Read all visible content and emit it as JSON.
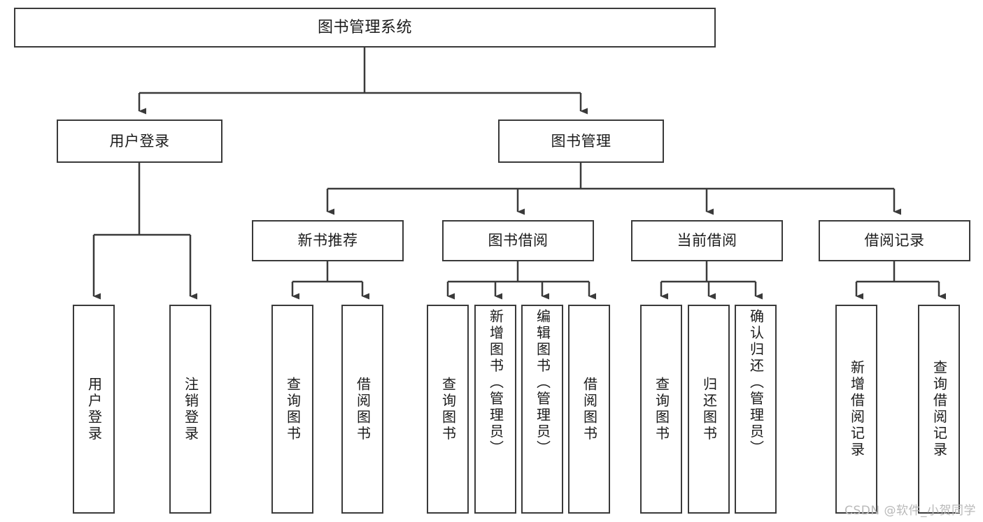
{
  "diagram": {
    "title": "图书管理系统",
    "type": "tree-hierarchy",
    "root": {
      "label": "图书管理系统"
    },
    "level1": [
      {
        "id": "user-login",
        "label": "用户登录"
      },
      {
        "id": "book-management",
        "label": "图书管理"
      }
    ],
    "level2": [
      {
        "id": "new-book-recommend",
        "label": "新书推荐",
        "parent": "book-management"
      },
      {
        "id": "book-borrow",
        "label": "图书借阅",
        "parent": "book-management"
      },
      {
        "id": "current-borrow",
        "label": "当前借阅",
        "parent": "book-management"
      },
      {
        "id": "borrow-record",
        "label": "借阅记录",
        "parent": "book-management"
      }
    ],
    "leaves": {
      "user_login": [
        {
          "id": "leaf-user-login",
          "label": "用户登录"
        },
        {
          "id": "leaf-user-logout",
          "label": "注销登录"
        }
      ],
      "new_book_recommend": [
        {
          "id": "leaf-query-book-1",
          "label": "查询图书"
        },
        {
          "id": "leaf-borrow-book-1",
          "label": "借阅图书"
        }
      ],
      "book_borrow": [
        {
          "id": "leaf-query-book-2",
          "label": "查询图书"
        },
        {
          "id": "leaf-add-book",
          "label": "新增图书（管理员）"
        },
        {
          "id": "leaf-edit-book",
          "label": "编辑图书（管理员）"
        },
        {
          "id": "leaf-borrow-book-2",
          "label": "借阅图书"
        }
      ],
      "current_borrow": [
        {
          "id": "leaf-query-book-3",
          "label": "查询图书"
        },
        {
          "id": "leaf-return-book",
          "label": "归还图书"
        },
        {
          "id": "leaf-confirm-return",
          "label": "确认归还（管理员）"
        }
      ],
      "borrow_record": [
        {
          "id": "leaf-add-record",
          "label": "新增借阅记录"
        },
        {
          "id": "leaf-query-record",
          "label": "查询借阅记录"
        }
      ]
    },
    "watermark": "CSDN @软件_小贺同学",
    "colors": {
      "stroke": "#3a3a3a",
      "fill": "#ffffff",
      "text": "#1b1b1b",
      "watermark": "#b9b9b9"
    }
  }
}
